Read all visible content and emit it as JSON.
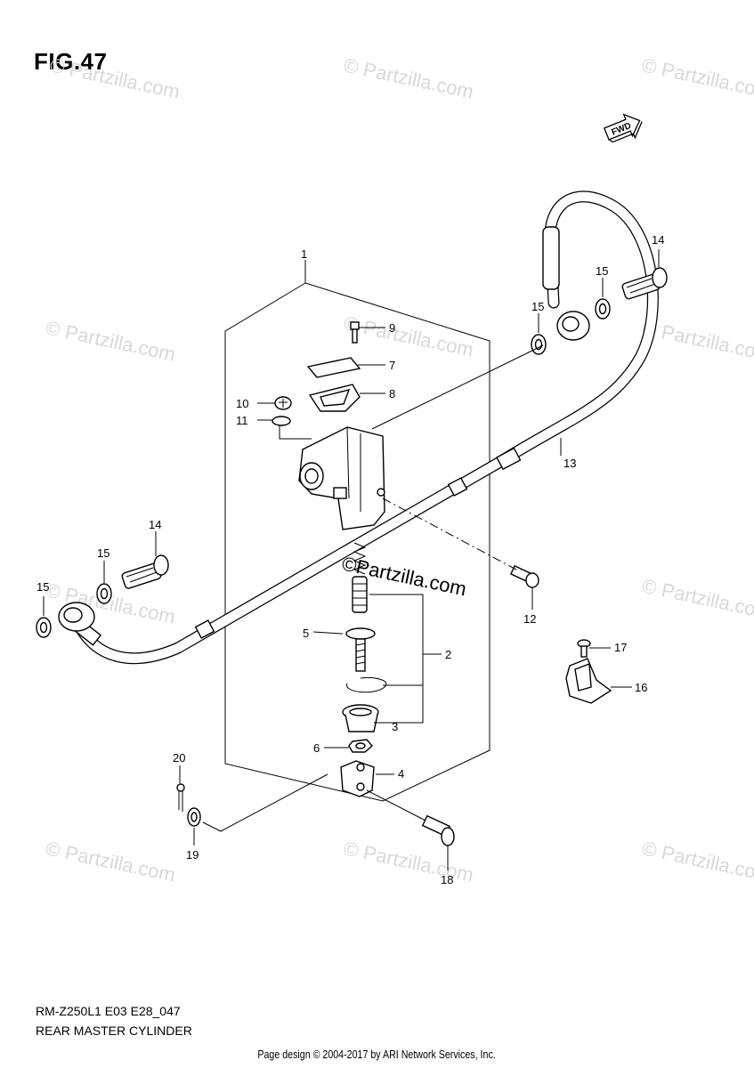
{
  "figure": {
    "title": "FIG.47",
    "model_code": "RM-Z250L1 E03 E28_047",
    "diagram_title": "REAR MASTER CYLINDER",
    "fwd_label": "FWD",
    "center_watermark": "©Partzilla.com",
    "watermark_text": "© Partzilla.com"
  },
  "callouts": [
    {
      "num": "1"
    },
    {
      "num": "2"
    },
    {
      "num": "3"
    },
    {
      "num": "4"
    },
    {
      "num": "5"
    },
    {
      "num": "6"
    },
    {
      "num": "7"
    },
    {
      "num": "8"
    },
    {
      "num": "9"
    },
    {
      "num": "10"
    },
    {
      "num": "11"
    },
    {
      "num": "12"
    },
    {
      "num": "13"
    },
    {
      "num": "14"
    },
    {
      "num": "14"
    },
    {
      "num": "15"
    },
    {
      "num": "15"
    },
    {
      "num": "15"
    },
    {
      "num": "15"
    },
    {
      "num": "16"
    },
    {
      "num": "17"
    },
    {
      "num": "18"
    },
    {
      "num": "19"
    },
    {
      "num": "20"
    }
  ],
  "footer": {
    "copyright": "Page design © 2004-2017 by ARI Network Services, Inc."
  }
}
